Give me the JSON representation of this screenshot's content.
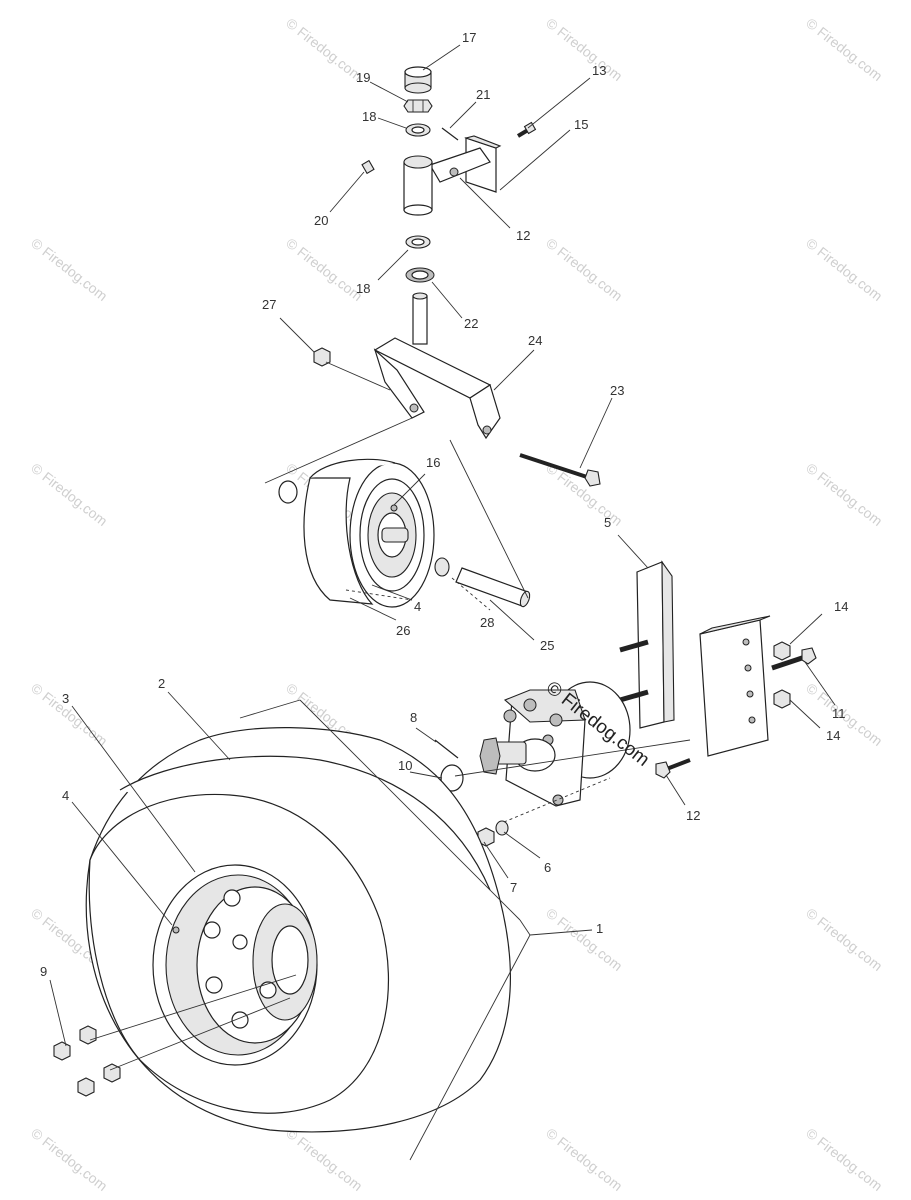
{
  "watermark": {
    "text": "© Firedog.com",
    "center_text": "© Firedog.com"
  },
  "callouts": {
    "c1": "1",
    "c2": "2",
    "c3": "3",
    "c4a": "4",
    "c4b": "4",
    "c5": "5",
    "c6": "6",
    "c7": "7",
    "c8": "8",
    "c9": "9",
    "c10": "10",
    "c11": "11",
    "c12a": "12",
    "c12b": "12",
    "c13": "13",
    "c14a": "14",
    "c14b": "14",
    "c15": "15",
    "c16": "16",
    "c17": "17",
    "c18a": "18",
    "c18b": "18",
    "c19": "19",
    "c20": "20",
    "c21": "21",
    "c22": "22",
    "c23": "23",
    "c24": "24",
    "c25": "25",
    "c26": "26",
    "c27": "27",
    "c28": "28"
  }
}
